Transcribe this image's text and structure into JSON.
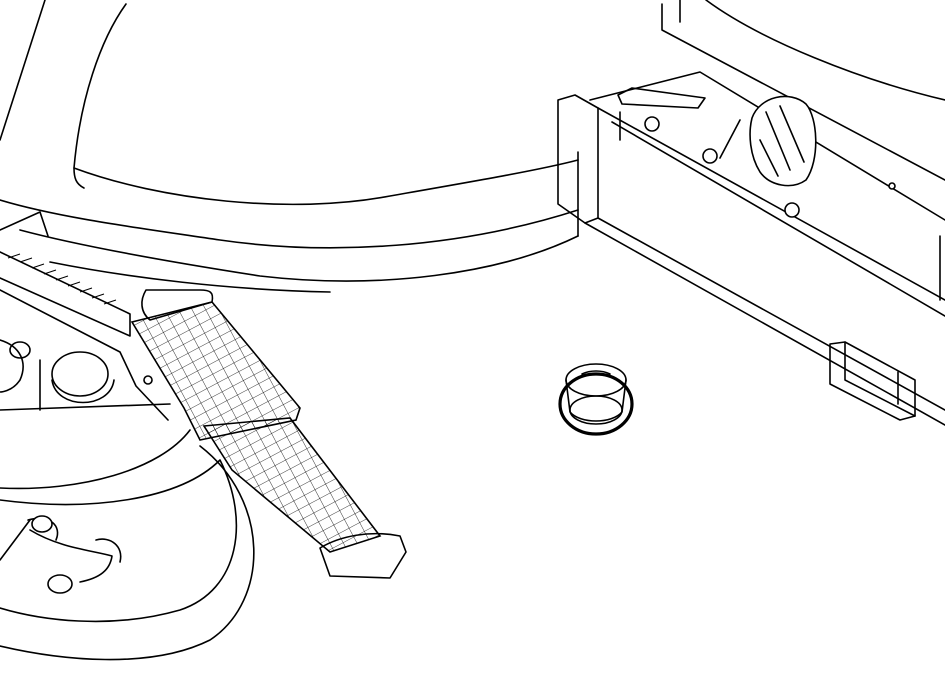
{
  "diagram": {
    "style": "monochrome line illustration",
    "colors": {
      "line": "#000000",
      "background": "#ffffff"
    },
    "parts": [
      "seat-cushion",
      "fender-panel",
      "rear-deck-box",
      "knob",
      "deck-bolts",
      "latch-bracket",
      "cap-plug",
      "foot-pedal-upper",
      "foot-pedal-lower",
      "pedal-bracket",
      "cable-rod",
      "chassis-frame"
    ]
  }
}
